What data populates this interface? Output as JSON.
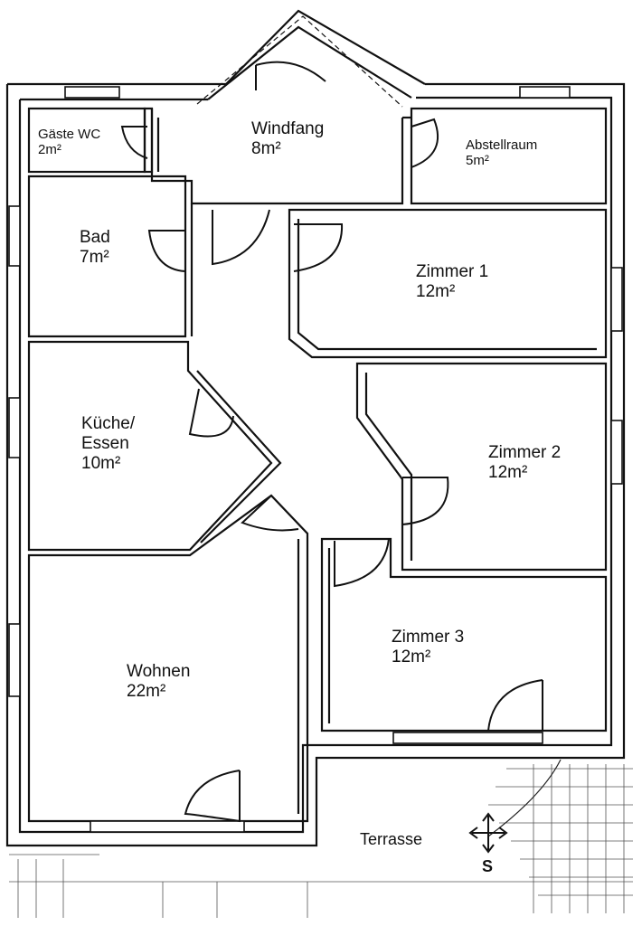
{
  "floorplan": {
    "rooms": [
      {
        "id": "gaeste-wc",
        "name": "Gäste WC",
        "area": "2m²"
      },
      {
        "id": "windfang",
        "name": "Windfang",
        "area": "8m²"
      },
      {
        "id": "abstellraum",
        "name": "Abstellraum",
        "area": "5m²"
      },
      {
        "id": "bad",
        "name": "Bad",
        "area": "7m²"
      },
      {
        "id": "zimmer-1",
        "name": "Zimmer 1",
        "area": "12m²"
      },
      {
        "id": "kueche",
        "name": "Küche/",
        "name2": "Essen",
        "area": "10m²"
      },
      {
        "id": "zimmer-2",
        "name": "Zimmer 2",
        "area": "12m²"
      },
      {
        "id": "zimmer-3",
        "name": "Zimmer 3",
        "area": "12m²"
      },
      {
        "id": "wohnen",
        "name": "Wohnen",
        "area": "22m²"
      }
    ],
    "terrace": {
      "name": "Terrasse"
    },
    "compass": {
      "label": "S"
    }
  }
}
